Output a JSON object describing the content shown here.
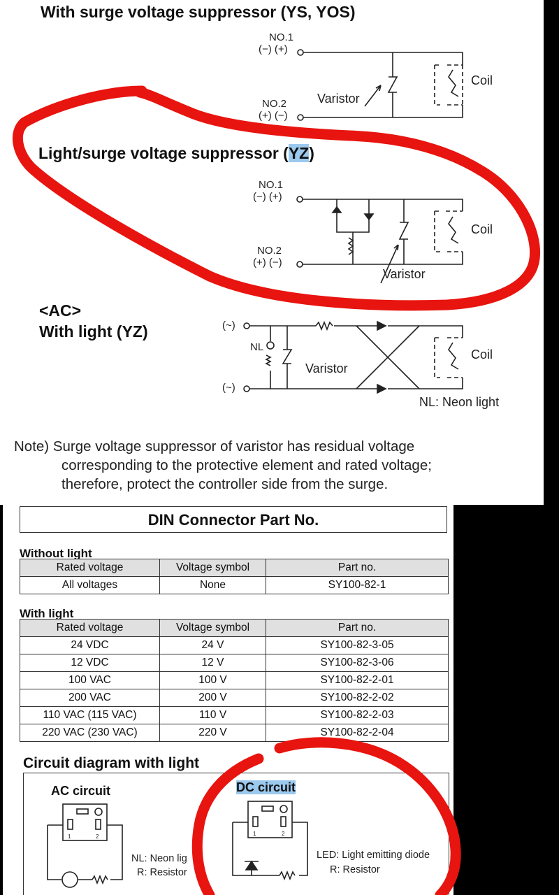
{
  "surge": {
    "title": "With surge voltage suppressor (YS, YOS)",
    "no1": "NO.1",
    "no1_pol": "(−) (+)",
    "no2": "NO.2",
    "no2_pol": "(+) (−)",
    "varistor": "Varistor",
    "coil": "Coil"
  },
  "light_surge": {
    "title_pre": "Light/surge voltage suppressor (",
    "title_hl": "YZ",
    "title_post": ")",
    "no1": "NO.1",
    "no1_pol": "(−) (+)",
    "no2": "NO.2",
    "no2_pol": "(+) (−)",
    "varistor": "Varistor",
    "coil": "Coil"
  },
  "ac": {
    "tag": "<AC>",
    "title": "With light (YZ)",
    "term1": "(~)",
    "term2": "(~)",
    "nl": "NL",
    "varistor": "Varistor",
    "coil": "Coil",
    "legend": "NL: Neon light"
  },
  "note": {
    "line1": "Note) Surge voltage suppressor of varistor has residual voltage",
    "line2": "corresponding to the protective element and rated voltage;",
    "line3": "therefore, protect the controller side from the surge."
  },
  "din": {
    "title": "DIN Connector Part No.",
    "without_light": {
      "label": "Without light",
      "headers": [
        "Rated voltage",
        "Voltage symbol",
        "Part no."
      ],
      "rows": [
        [
          "All voltages",
          "None",
          "SY100-82-1"
        ]
      ]
    },
    "with_light": {
      "label": "With light",
      "headers": [
        "Rated voltage",
        "Voltage symbol",
        "Part no."
      ],
      "rows": [
        [
          "24 VDC",
          "24 V",
          "SY100-82-3-05"
        ],
        [
          "12 VDC",
          "12 V",
          "SY100-82-3-06"
        ],
        [
          "100 VAC",
          "100 V",
          "SY100-82-2-01"
        ],
        [
          "200 VAC",
          "200 V",
          "SY100-82-2-02"
        ],
        [
          "110 VAC (115 VAC)",
          "110 V",
          "SY100-82-2-03"
        ],
        [
          "220 VAC (230 VAC)",
          "220 V",
          "SY100-82-2-04"
        ]
      ]
    }
  },
  "circuit": {
    "title": "Circuit diagram with light",
    "ac_label": "AC circuit",
    "dc_label": "DC circuit",
    "ac_legend1": "NL: Neon lig",
    "ac_legend2": "R: Resistor",
    "dc_legend1": "LED: Light emitting diode",
    "dc_legend2": "R: Resistor",
    "pin1": "1",
    "pin2": "2"
  },
  "colors": {
    "annotation": "#e8140f",
    "highlight": "#9cc9ee"
  }
}
